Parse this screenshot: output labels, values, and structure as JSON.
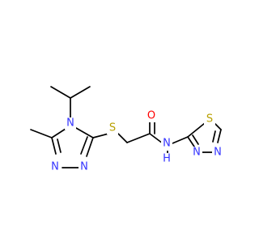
{
  "molecule": {
    "atoms": [
      {
        "id": "N4",
        "label": "N",
        "color": "#3333ff"
      },
      {
        "id": "N1",
        "label": "N",
        "color": "#3333ff"
      },
      {
        "id": "N2",
        "label": "N",
        "color": "#3333ff"
      },
      {
        "id": "S1",
        "label": "S",
        "color": "#b8a000"
      },
      {
        "id": "O1",
        "label": "O",
        "color": "#ff0000"
      },
      {
        "id": "N5",
        "label": "N",
        "color": "#3333ff"
      },
      {
        "id": "H5",
        "label": "H",
        "color": "#3333ff"
      },
      {
        "id": "S2",
        "label": "S",
        "color": "#b8a000"
      },
      {
        "id": "N6",
        "label": "N",
        "color": "#3333ff"
      },
      {
        "id": "N7",
        "label": "N",
        "color": "#3333ff"
      }
    ]
  }
}
